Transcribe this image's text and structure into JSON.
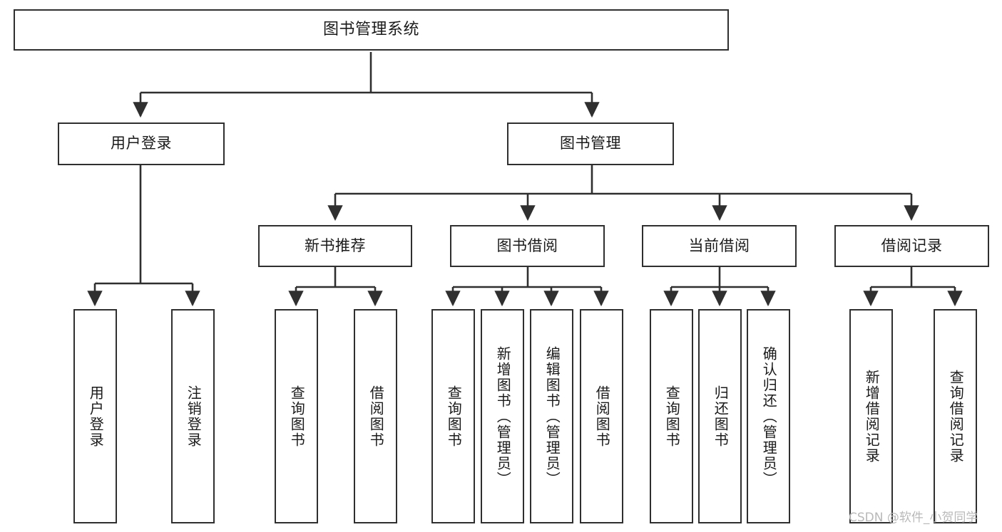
{
  "diagram": {
    "title": "图书管理系统",
    "watermark": "CSDN @软件_小贺同学",
    "colors": {
      "border": "#2f2f2f",
      "background": "#ffffff",
      "text": "#1a1a1a",
      "watermark": "#b9b9b9"
    },
    "levels": {
      "root": {
        "label": "图书管理系统"
      },
      "level2": [
        {
          "label": "用户登录"
        },
        {
          "label": "图书管理"
        }
      ],
      "level3": [
        {
          "label": "新书推荐"
        },
        {
          "label": "图书借阅"
        },
        {
          "label": "当前借阅"
        },
        {
          "label": "借阅记录"
        }
      ],
      "leaves": {
        "user_login": [
          {
            "label": "用户登录"
          },
          {
            "label": "注销登录"
          }
        ],
        "new_book_recommend": [
          {
            "label": "查询图书"
          },
          {
            "label": "借阅图书"
          }
        ],
        "book_borrow": [
          {
            "label": "查询图书"
          },
          {
            "label": "新增图书（管理员）"
          },
          {
            "label": "编辑图书（管理员）"
          },
          {
            "label": "借阅图书"
          }
        ],
        "current_borrow": [
          {
            "label": "查询图书"
          },
          {
            "label": "归还图书"
          },
          {
            "label": "确认归还（管理员）"
          }
        ],
        "borrow_records": [
          {
            "label": "新增借阅记录"
          },
          {
            "label": "查询借阅记录"
          }
        ]
      }
    }
  }
}
